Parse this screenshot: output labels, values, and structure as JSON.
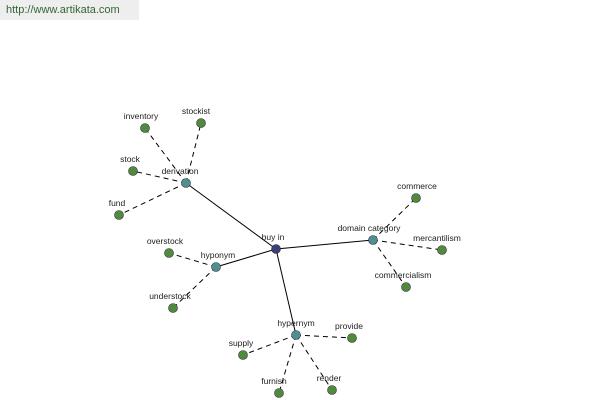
{
  "banner": {
    "url": "http://www.artikata.com"
  },
  "colors": {
    "root": "#3a3f78",
    "relation": "#4e8f93",
    "word": "#4f8a3f"
  },
  "graph": {
    "root": {
      "id": "buy-in",
      "label": "buy in"
    },
    "relations": [
      {
        "id": "derivation",
        "label": "derivation",
        "words": [
          "inventory",
          "stockist",
          "stock",
          "fund"
        ]
      },
      {
        "id": "domain-category",
        "label": "domain category",
        "words": [
          "commerce",
          "mercantilism",
          "commercialism"
        ]
      },
      {
        "id": "hyponym",
        "label": "hyponym",
        "words": [
          "overstock",
          "understock"
        ]
      },
      {
        "id": "hypernym",
        "label": "hypernym",
        "words": [
          "supply",
          "provide",
          "furnish",
          "render"
        ]
      }
    ]
  }
}
